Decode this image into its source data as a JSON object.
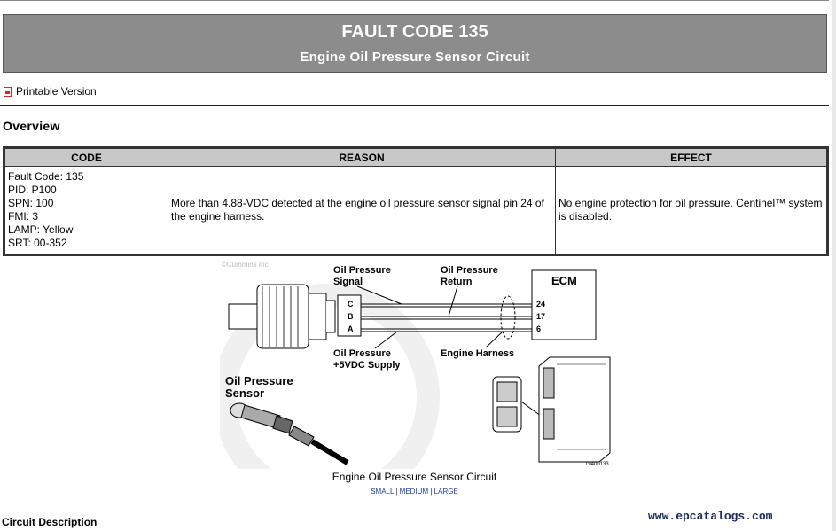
{
  "header": {
    "title": "FAULT CODE 135",
    "subtitle": "Engine Oil Pressure Sensor Circuit"
  },
  "printable_label": "Printable Version",
  "overview_heading": "Overview",
  "table": {
    "headers": [
      "CODE",
      "REASON",
      "EFFECT"
    ],
    "code_lines": [
      "Fault Code: 135",
      "PID: P100",
      "SPN: 100",
      "FMI: 3",
      "LAMP: Yellow",
      "SRT: 00-352"
    ],
    "reason": "More than 4.88-VDC detected at the engine oil pressure sensor signal pin 24 of the engine harness.",
    "effect": "No engine protection for oil pressure. Centinel™ system is disabled."
  },
  "diagram": {
    "copyright": "©Cummins Inc",
    "label_signal": [
      "Oil Pressure",
      "Signal"
    ],
    "label_return": [
      "Oil Pressure",
      "Return"
    ],
    "label_supply": [
      "Oil Pressure",
      "+5VDC Supply"
    ],
    "label_harness": "Engine Harness",
    "label_sensor": [
      "Oil Pressure",
      "Sensor"
    ],
    "ecm": "ECM",
    "pins_left": [
      "C",
      "B",
      "A"
    ],
    "pins_right": [
      "24",
      "17",
      "6"
    ],
    "fig_id": "19400133"
  },
  "caption": "Engine Oil Pressure Sensor Circuit",
  "sizes": {
    "small": "SMALL",
    "medium": "MEDIUM",
    "large": "LARGE",
    "sep": "|"
  },
  "circuit_heading": "Circuit Description",
  "watermark": "www.epcatalogs.com"
}
